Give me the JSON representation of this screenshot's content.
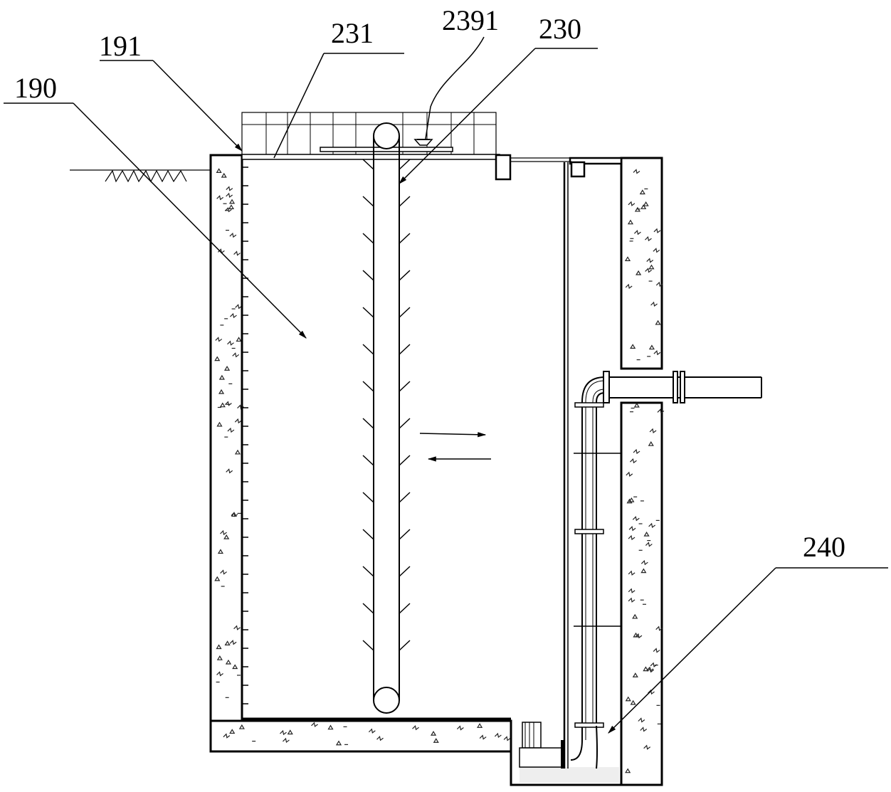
{
  "labels": {
    "l191": "191",
    "l190": "190",
    "l231": "231",
    "l2391": "2391",
    "l230": "230",
    "l240": "240"
  },
  "colors": {
    "line": "#000000",
    "background": "#ffffff",
    "concrete_speckle": "#222222"
  }
}
